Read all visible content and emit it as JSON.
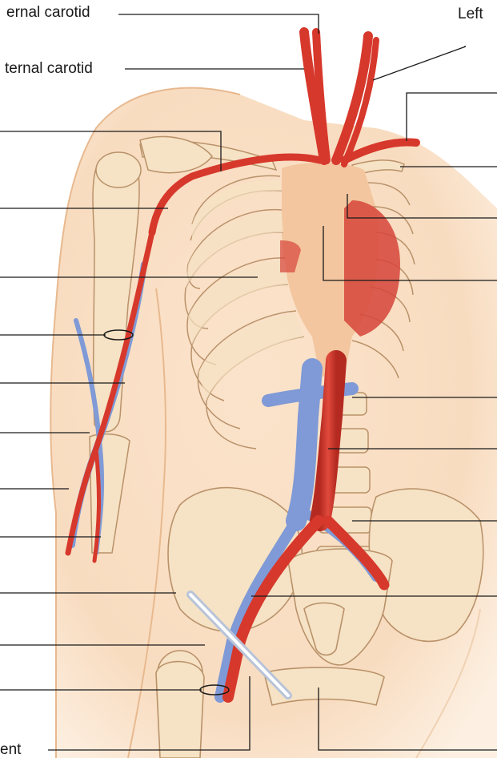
{
  "labels": {
    "top_left_1": "ernal carotid",
    "top_left_2": "ternal carotid",
    "top_right": "Left",
    "bottom_left": "ent"
  },
  "colors": {
    "skin": "#f8dcc0",
    "skin_edge": "#e8b98f",
    "bone": "#f6e2c4",
    "bone_outline": "#b9926a",
    "sternum": "#f3c69f",
    "artery": "#d7382c",
    "artery_dark": "#a8261d",
    "vein": "#7f9ad6",
    "heart": "#d6453a",
    "leader_line": "#1a1a1a"
  }
}
